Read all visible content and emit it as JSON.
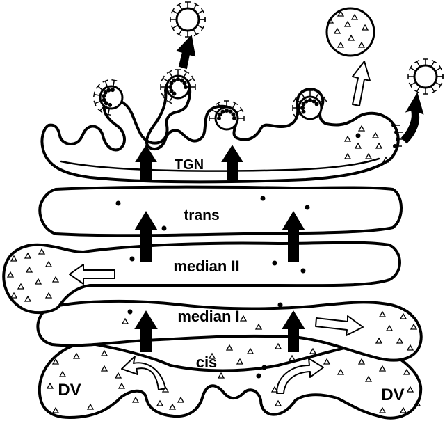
{
  "labels": {
    "tgn": "TGN",
    "trans": "trans",
    "median2": "median II",
    "median1": "median I",
    "cis": "cis",
    "dv_left": "DV",
    "dv_right": "DV"
  },
  "colors": {
    "stroke": "#000000",
    "fill": "#ffffff"
  }
}
